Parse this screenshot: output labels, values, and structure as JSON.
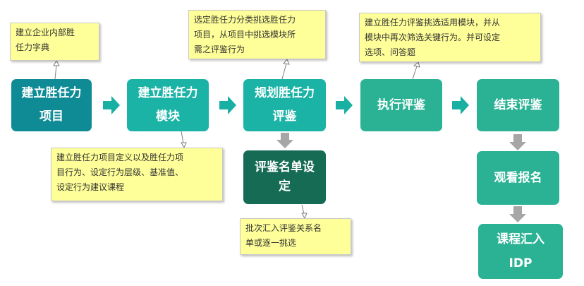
{
  "colors": {
    "dark_teal": "#0f8b96",
    "teal": "#1bb3a6",
    "sea_green": "#2bb294",
    "dark_green": "#166b54",
    "note_fill": "#ffff99",
    "connector_arrow": "#19b0a4",
    "gray_arrow": "#a6a6a6"
  },
  "boxes": [
    {
      "id": "b1",
      "lines": [
        "建立胜任力",
        "项目"
      ],
      "color": "#0f8b96"
    },
    {
      "id": "b2",
      "lines": [
        "建立胜任力",
        "模块"
      ],
      "color": "#1bb3a6"
    },
    {
      "id": "b3",
      "lines": [
        "规划胜任力",
        "评鉴"
      ],
      "color": "#1bb3a6"
    },
    {
      "id": "b4",
      "lines": [
        "执行评鉴"
      ],
      "color": "#2bb294"
    },
    {
      "id": "b5",
      "lines": [
        "结束评鉴"
      ],
      "color": "#2bb294"
    },
    {
      "id": "b6",
      "lines": [
        "评鉴名单设",
        "定"
      ],
      "color": "#166b54"
    },
    {
      "id": "b7",
      "lines": [
        "观看报名"
      ],
      "color": "#2bb294"
    },
    {
      "id": "b8",
      "lines": [
        "课程汇入",
        "IDP"
      ],
      "color": "#2bb294"
    }
  ],
  "notes": [
    {
      "id": "n1",
      "lines": [
        "建立企业内部胜",
        "任力字典"
      ]
    },
    {
      "id": "n2",
      "lines": [
        "选定胜任力分类挑选胜任力",
        "项目，从项目中挑选模块所",
        "需之评鉴行为"
      ]
    },
    {
      "id": "n3",
      "lines": [
        "建立胜任力评鉴挑选适用模块，并从",
        "模块中再次筛选关键行为。并可设定",
        "选项、问答题"
      ]
    },
    {
      "id": "n4",
      "lines": [
        "建立胜任力项目定义以及胜任力项",
        "目行为、设定行为层级、基准值、",
        "设定行为建议课程"
      ]
    },
    {
      "id": "n5",
      "lines": [
        "批次汇入评鉴关系名",
        "单或逐一挑选"
      ]
    }
  ]
}
